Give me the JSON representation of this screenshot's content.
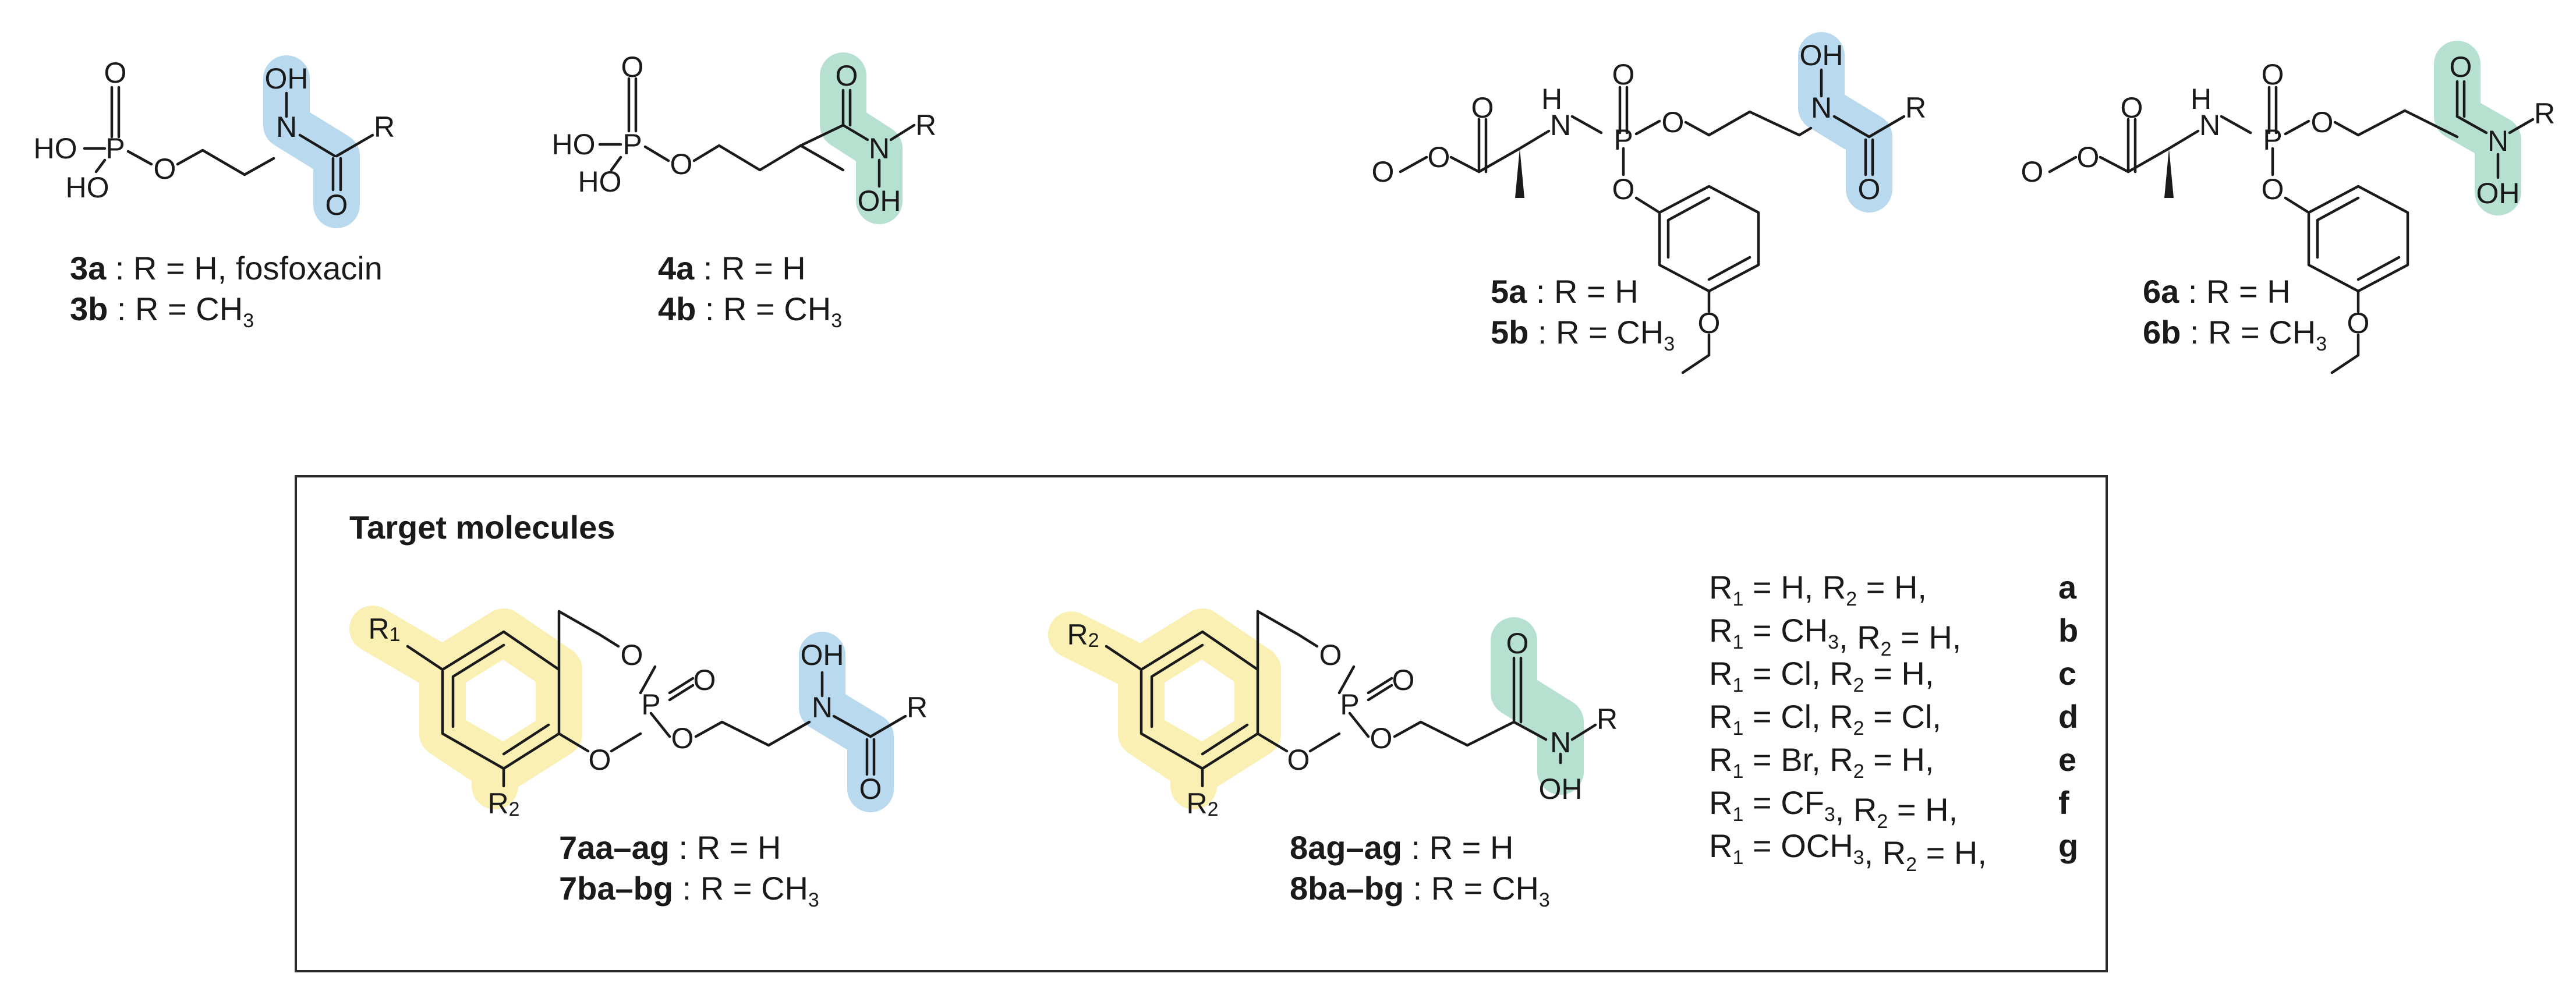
{
  "colors": {
    "hydroxamate_blue": "#b9d9ef",
    "hydroxamate_green": "#b6e0cf",
    "aryl_yellow": "#faf0b4",
    "ink": "#1a1a1a"
  },
  "compounds": {
    "c3": {
      "label_a_id": "3a",
      "label_a_text": " : R = H, fosfoxacin",
      "label_b_id": "3b",
      "label_b_text": " : R = CH",
      "label_b_sub": "3"
    },
    "c4": {
      "label_a_id": "4a",
      "label_a_text": " : R = H",
      "label_b_id": "4b",
      "label_b_text": " : R = CH",
      "label_b_sub": "3"
    },
    "c5": {
      "label_a_id": "5a",
      "label_a_text": " : R = H",
      "label_b_id": "5b",
      "label_b_text": " : R = CH",
      "label_b_sub": "3"
    },
    "c6": {
      "label_a_id": "6a",
      "label_a_text": " : R = H",
      "label_b_id": "6b",
      "label_b_text": " : R = CH",
      "label_b_sub": "3"
    }
  },
  "target_box": {
    "title": "Target molecules",
    "c7": {
      "label_a_id": "7aa–ag",
      "label_a_text": " : R = H",
      "label_b_id": "7ba–bg",
      "label_b_text": " : R = CH",
      "label_b_sub": "3"
    },
    "c8": {
      "label_a_id": "8ag–ag",
      "label_a_text": " : R = H",
      "label_b_id": "8ba–bg",
      "label_b_text": " : R = CH",
      "label_b_sub": "3"
    },
    "substituents": [
      {
        "r1": "H",
        "r2": "H",
        "code": "a"
      },
      {
        "r1": "CH3",
        "r2": "H",
        "code": "b"
      },
      {
        "r1": "Cl",
        "r2": "H",
        "code": "c"
      },
      {
        "r1": "Cl",
        "r2": "Cl",
        "code": "d"
      },
      {
        "r1": "Br",
        "r2": "H",
        "code": "e"
      },
      {
        "r1": "CF3",
        "r2": "H",
        "code": "f"
      },
      {
        "r1": "OCH3",
        "r2": "H",
        "code": "g"
      }
    ]
  },
  "atoms": {
    "O": "O",
    "OH": "OH",
    "HO": "HO",
    "H": "H",
    "N": "N",
    "P": "P",
    "R": "R",
    "HN": "H",
    "NH_N": "N",
    "R1": "R",
    "R2": "R",
    "sub1": "1",
    "sub2": "2"
  }
}
